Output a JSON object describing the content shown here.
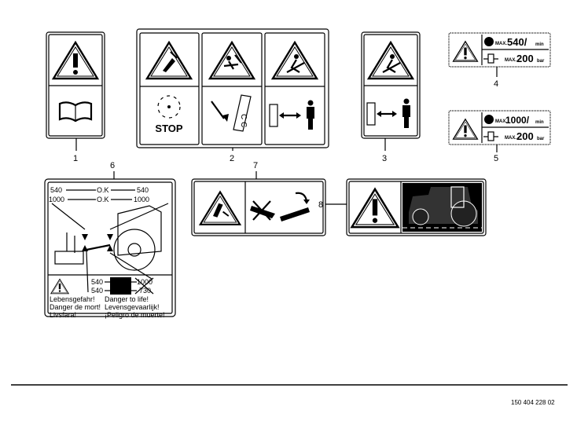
{
  "callouts": [
    "1",
    "2",
    "3",
    "4",
    "5",
    "6",
    "7",
    "8"
  ],
  "decal2": {
    "stop": "STOP"
  },
  "decal4": {
    "max1": "MAX.",
    "speed": "540/",
    "speed_unit": "min",
    "max2": "MAX.",
    "pressure": "200",
    "pressure_unit": "bar"
  },
  "decal5": {
    "max1": "MAX.",
    "speed": "1000/",
    "speed_unit": "min",
    "max2": "MAX.",
    "pressure": "200",
    "pressure_unit": "bar"
  },
  "decal6": {
    "row1": [
      "540",
      "O.K",
      "540"
    ],
    "row2": [
      "1000",
      "O.K",
      "1000"
    ],
    "lower_left": [
      "540",
      "540"
    ],
    "lower_right": [
      "1000",
      "730"
    ],
    "warnings_left": [
      "Lebensgefahr!",
      "Danger de mort!",
      "Livsfara!"
    ],
    "warnings_right": [
      "Danger to life!",
      "Levensgevaarlijk!",
      "¡Peligro de muerte!"
    ]
  },
  "part_number": "150 404 228 02"
}
